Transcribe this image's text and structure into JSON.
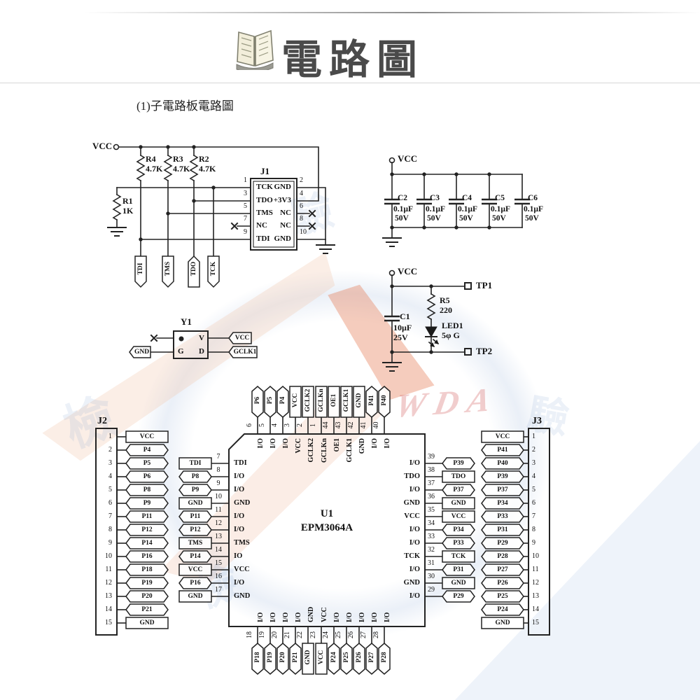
{
  "page": {
    "title": "電路圖",
    "subtitle": "(1)子電路板電路圖"
  },
  "watermark": {
    "brand": "WDA",
    "glyphs": [
      "檢",
      "驗",
      "驗",
      "檢"
    ]
  },
  "jtag": {
    "vcc": "VCC",
    "r1": {
      "ref": "R1",
      "value": "1K"
    },
    "pullups": [
      {
        "ref": "R4",
        "value": "4.7K"
      },
      {
        "ref": "R3",
        "value": "4.7K"
      },
      {
        "ref": "R2",
        "value": "4.7K"
      }
    ],
    "j1": {
      "ref": "J1",
      "left": [
        {
          "num": "1",
          "name": "TCK"
        },
        {
          "num": "3",
          "name": "TDO"
        },
        {
          "num": "5",
          "name": "TMS"
        },
        {
          "num": "7",
          "name": "NC"
        },
        {
          "num": "9",
          "name": "TDI"
        }
      ],
      "right": [
        {
          "num": "2",
          "name": "GND"
        },
        {
          "num": "4",
          "name": "+3V3"
        },
        {
          "num": "6",
          "name": "NC"
        },
        {
          "num": "8",
          "name": "NC"
        },
        {
          "num": "10",
          "name": "GND"
        }
      ]
    },
    "flags": [
      "TDI",
      "TMS",
      "TDO",
      "TCK"
    ]
  },
  "decoupling": {
    "vcc": "VCC",
    "caps": [
      {
        "ref": "C2",
        "value": "0.1µF",
        "volt": "50V"
      },
      {
        "ref": "C3",
        "value": "0.1µF",
        "volt": "50V"
      },
      {
        "ref": "C4",
        "value": "0.1µF",
        "volt": "50V"
      },
      {
        "ref": "C5",
        "value": "0.1µF",
        "volt": "50V"
      },
      {
        "ref": "C6",
        "value": "0.1µF",
        "volt": "50V"
      }
    ]
  },
  "led": {
    "vcc": "VCC",
    "tp1": "TP1",
    "tp2": "TP2",
    "r5": {
      "ref": "R5",
      "value": "220"
    },
    "led1": {
      "ref": "LED1",
      "value": "5φ G"
    },
    "c1": {
      "ref": "C1",
      "value": "10µF",
      "volt": "25V"
    }
  },
  "osc": {
    "ref": "Y1",
    "pin_v": "V",
    "pin_g": "G",
    "pin_d": "D",
    "flag_gnd": "GND",
    "flag_vcc": "VCC",
    "flag_gclk": "GCLK1"
  },
  "cpld": {
    "ref": "U1",
    "part": "EPM3064A",
    "top": {
      "nums": [
        "6",
        "5",
        "4",
        "3",
        "2",
        "1",
        "44",
        "43",
        "42",
        "41",
        "40"
      ],
      "tags": [
        "P6",
        "P5",
        "P4",
        "VCC",
        "GCLK2",
        "GCLKn",
        "OE1",
        "GCLK1",
        "GND",
        "P41",
        "P40"
      ],
      "inner": [
        "I/O",
        "I/O",
        "I/O",
        "VCC",
        "GCLK2",
        "GCLKn",
        "OE1",
        "GCLK1",
        "GND",
        "I/O",
        "I/O"
      ]
    },
    "bottom": {
      "nums": [
        "18",
        "19",
        "20",
        "21",
        "22",
        "23",
        "24",
        "25",
        "26",
        "27",
        "28"
      ],
      "tags": [
        "P18",
        "P19",
        "P20",
        "P21",
        "GND",
        "VCC",
        "P24",
        "P25",
        "P26",
        "P27",
        "P28"
      ],
      "inner": [
        "I/O",
        "I/O",
        "I/O",
        "I/O",
        "GND",
        "VCC",
        "I/O",
        "I/O",
        "I/O",
        "I/O",
        "I/O"
      ]
    },
    "left": {
      "nums": [
        "7",
        "8",
        "9",
        "10",
        "11",
        "12",
        "13",
        "14",
        "15",
        "16",
        "17"
      ],
      "tags": [
        "TDI",
        "P8",
        "P9",
        "GND",
        "P11",
        "P12",
        "TMS",
        "P14",
        "VCC",
        "P16",
        "GND"
      ],
      "inner": [
        "TDI",
        "I/O",
        "I/O",
        "GND",
        "I/O",
        "I/O",
        "TMS",
        "IO",
        "VCC",
        "I/O",
        "GND"
      ]
    },
    "right": {
      "nums": [
        "39",
        "38",
        "37",
        "36",
        "35",
        "34",
        "33",
        "32",
        "31",
        "30",
        "29"
      ],
      "tags": [
        "P39",
        "TDO",
        "P37",
        "GND",
        "VCC",
        "P34",
        "P33",
        "TCK",
        "P31",
        "GND",
        "P29"
      ],
      "inner": [
        "I/O",
        "TDO",
        "I/O",
        "GND",
        "VCC",
        "I/O",
        "I/O",
        "TCK",
        "I/O",
        "GND",
        "I/O"
      ]
    }
  },
  "j2": {
    "ref": "J2",
    "nums": [
      "1",
      "2",
      "3",
      "4",
      "5",
      "6",
      "7",
      "8",
      "9",
      "10",
      "11",
      "12",
      "13",
      "14",
      "15"
    ],
    "tags": [
      "VCC",
      "P4",
      "P5",
      "P6",
      "P8",
      "P9",
      "P11",
      "P12",
      "P14",
      "P16",
      "P18",
      "P19",
      "P20",
      "P21",
      "GND"
    ]
  },
  "j3": {
    "ref": "J3",
    "nums": [
      "1",
      "2",
      "3",
      "4",
      "5",
      "6",
      "7",
      "8",
      "9",
      "10",
      "11",
      "12",
      "13",
      "14",
      "15"
    ],
    "tags": [
      "VCC",
      "P41",
      "P40",
      "P39",
      "P37",
      "P34",
      "P33",
      "P31",
      "P29",
      "P28",
      "P27",
      "P26",
      "P25",
      "P24",
      "GND"
    ]
  }
}
